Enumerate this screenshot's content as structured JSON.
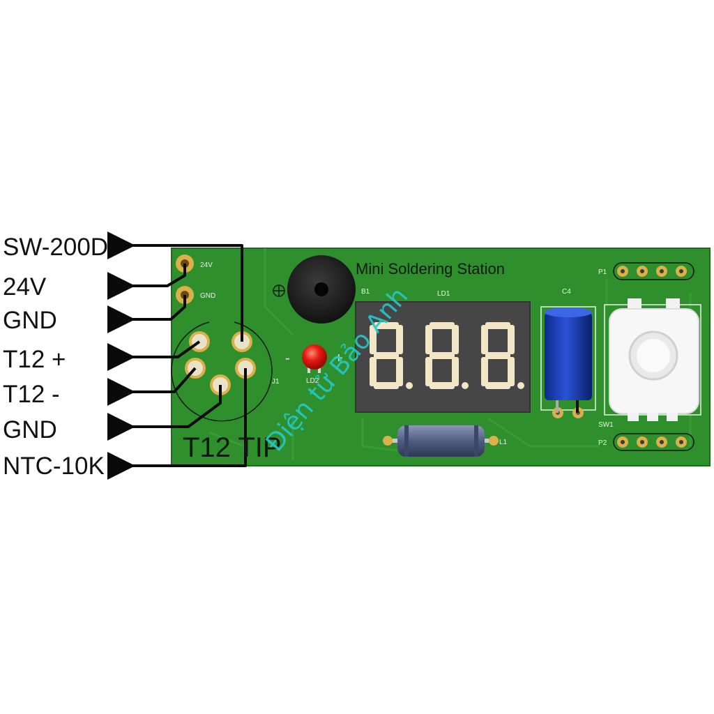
{
  "board": {
    "title": "Mini Soldering Station",
    "tip_label": "T12 TIP",
    "colors": {
      "pcb": "#2e8b2e",
      "display_digits": "#f5e8c8",
      "display_body": "#454545",
      "wire": "#0a0a0a"
    }
  },
  "pin_labels": [
    "SW-200D",
    "24V",
    "GND",
    "T12 +",
    "T12 -",
    "GND",
    "NTC-10K"
  ],
  "silkscreen": {
    "pad_24v": "24V",
    "pad_gnd": "GND",
    "b1": "B1",
    "ld1": "LD1",
    "c4": "C4",
    "p1": "P1",
    "p2": "P2",
    "j1": "J1",
    "ld2": "LD2",
    "sw1": "SW1",
    "l1": "L1",
    "led_minus": "-",
    "led_plus": "+"
  },
  "display": {
    "text": "8.8.8."
  },
  "watermark": "Điện tử Bảo Anh",
  "icons": [
    "arrow-left-icon",
    "polarity-plus-icon"
  ]
}
